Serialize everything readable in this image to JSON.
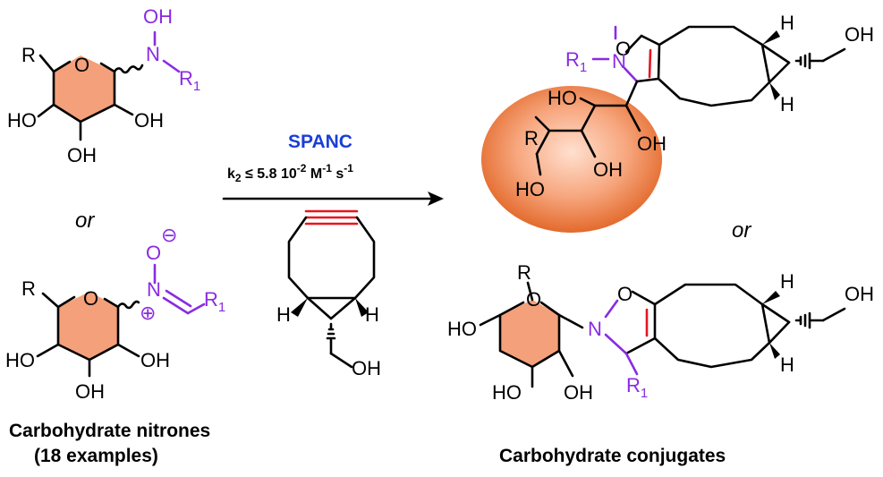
{
  "colors": {
    "sugar_fill": "#f4a07a",
    "purple": "#8a2be2",
    "blue": "#1a3fd6",
    "red": "#e8141e"
  },
  "top_left": {
    "R": "R",
    "O": "O",
    "OH_top": "OH",
    "N": "N",
    "R1": "R1",
    "HO_left": "HO",
    "OH_right": "OH",
    "OH_bottom": "OH"
  },
  "or_left": "or",
  "nitrone": {
    "R": "R",
    "O": "O",
    "O_minus": "O",
    "minus": "⊖",
    "N": "N",
    "plus": "⊕",
    "R1": "R1",
    "HO_left": "HO",
    "OH_right": "OH",
    "OH_bottom": "OH"
  },
  "caption_left_1": "Carbohydrate nitrones",
  "caption_left_2": "(18 examples)",
  "arrow": {
    "spanc": "SPANC",
    "rate": "k₂ ≤ 5.8 10⁻² M⁻¹ s⁻¹"
  },
  "bcn": {
    "H_left": "H",
    "H_right": "H",
    "OH": "OH"
  },
  "product_top": {
    "O": "O",
    "R1": "R1",
    "N": "N",
    "H_top": "H",
    "H_bottom": "H",
    "OH": "OH",
    "HO_1": "HO",
    "OH_1": "OH",
    "R": "R",
    "OH_2": "OH",
    "HO_2": "HO"
  },
  "or_right": "or",
  "product_bottom": {
    "R": "R",
    "O_ring": "O",
    "O_iso": "O",
    "N": "N",
    "HO_left": "HO",
    "HO_bottom": "HO",
    "OH_bottom": "OH",
    "R1": "R1",
    "H_top": "H",
    "H_bottom": "H",
    "OH": "OH"
  },
  "caption_right": "Carbohydrate conjugates"
}
